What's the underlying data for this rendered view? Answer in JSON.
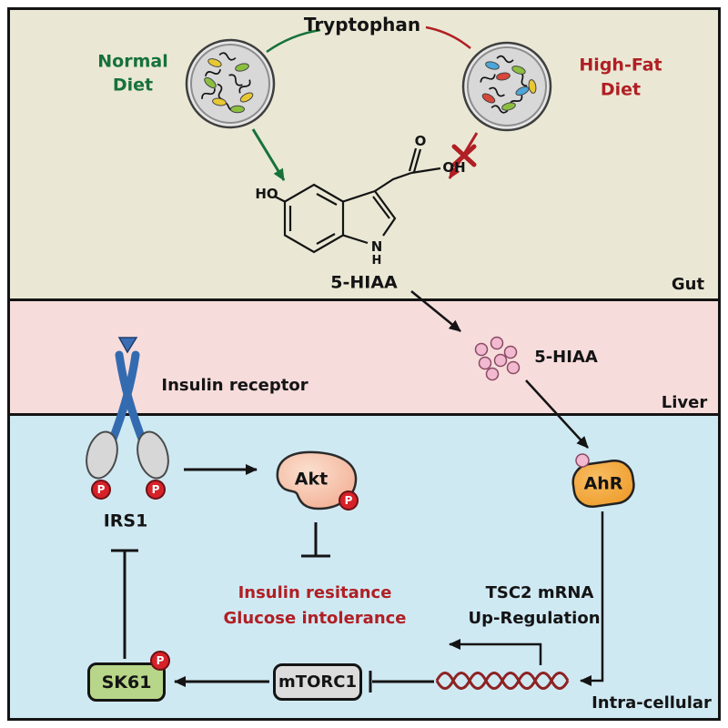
{
  "sections": {
    "gut": {
      "label": "Gut",
      "bg": "#eae8d5"
    },
    "liver": {
      "label": "Liver",
      "bg": "#f7dcdc"
    },
    "cell": {
      "label": "Intra-cellular",
      "bg": "#cfe9f3"
    }
  },
  "labels": {
    "tryptophan": "Tryptophan",
    "normal_diet": [
      "Normal",
      "Diet"
    ],
    "high_fat_diet": [
      "High-Fat",
      "Diet"
    ],
    "hiaa": "5-HIAA",
    "insulin_receptor": "Insulin receptor",
    "irs1": "IRS1",
    "akt": "Akt",
    "ahr": "AhR",
    "outcome": [
      "Insulin resitance",
      "Glucose intolerance"
    ],
    "tsc2": [
      "TSC2 mRNA",
      "Up-Regulation"
    ],
    "mtorc1": "mTORC1",
    "sk61": "SK61",
    "phospho": "P"
  },
  "molecule": {
    "ho": "HO",
    "o": "O",
    "oh": "OH",
    "n": "N",
    "h": "H"
  },
  "colors": {
    "frame": "#141414",
    "gut_bg": "#eae8d5",
    "liver_bg": "#f7dcdc",
    "cell_bg": "#cfe9f3",
    "green_accent": "#17713a",
    "red_accent": "#b01f24",
    "ahr_orange": "#f2a33c",
    "akt_pink": "#f6c3ae",
    "sk61_green": "#b7d689",
    "mtorc1_gray": "#dcdcdc",
    "phospho_red": "#d7222a",
    "hiaa_dot_pink": "#f2bad1",
    "receptor_blue": "#336bb0",
    "dna_red": "#8e2222"
  }
}
